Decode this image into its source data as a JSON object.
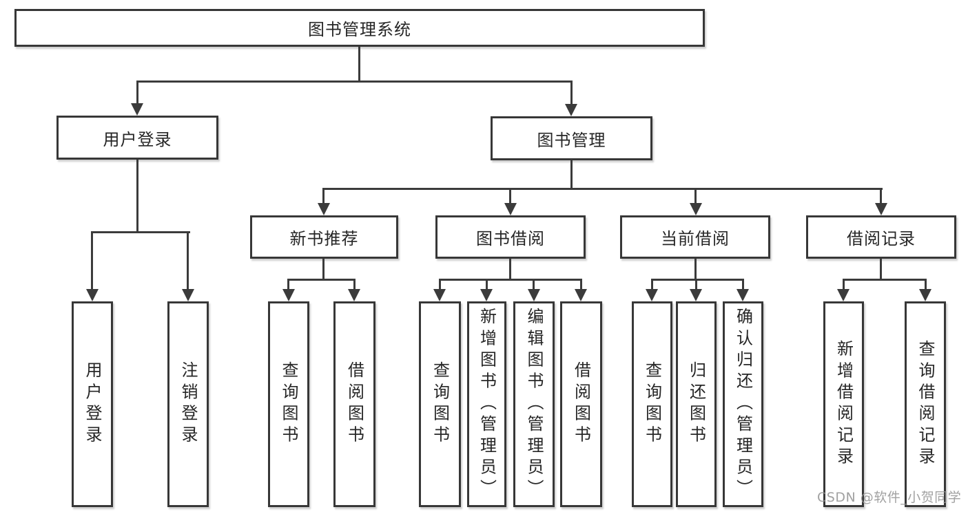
{
  "diagram_title": "图书管理系统",
  "nodes": {
    "root": {
      "label": "图书管理系统"
    },
    "level2": {
      "user_login": {
        "label": "用户登录"
      },
      "book_management": {
        "label": "图书管理"
      }
    },
    "level3": {
      "new_book_recommend": {
        "label": "新书推荐"
      },
      "book_borrow": {
        "label": "图书借阅"
      },
      "current_borrow": {
        "label": "当前借阅"
      },
      "borrow_records": {
        "label": "借阅记录"
      }
    },
    "leaves": {
      "user_login": {
        "label": "用户登录"
      },
      "logout": {
        "label": "注销登录"
      },
      "nb_query_books": {
        "label": "查询图书"
      },
      "nb_borrow_books": {
        "label": "借阅图书"
      },
      "bb_query_books": {
        "label": "查询图书"
      },
      "bb_add_books_admin": {
        "label": "新增图书（管理员）"
      },
      "bb_edit_books_admin": {
        "label": "编辑图书（管理员）"
      },
      "bb_borrow_books": {
        "label": "借阅图书"
      },
      "cb_query_books": {
        "label": "查询图书"
      },
      "cb_return_books": {
        "label": "归还图书"
      },
      "cb_confirm_return_admin": {
        "label": "确认归还（管理员）"
      },
      "br_add_record": {
        "label": "新增借阅记录"
      },
      "br_query_record": {
        "label": "查询借阅记录"
      }
    }
  },
  "watermark": "CSDN @软件_小贺同学",
  "colors": {
    "line": "#3b3b3b",
    "box_border": "#373737",
    "text": "#262626",
    "watermark": "#949494",
    "background": "#ffffff"
  }
}
